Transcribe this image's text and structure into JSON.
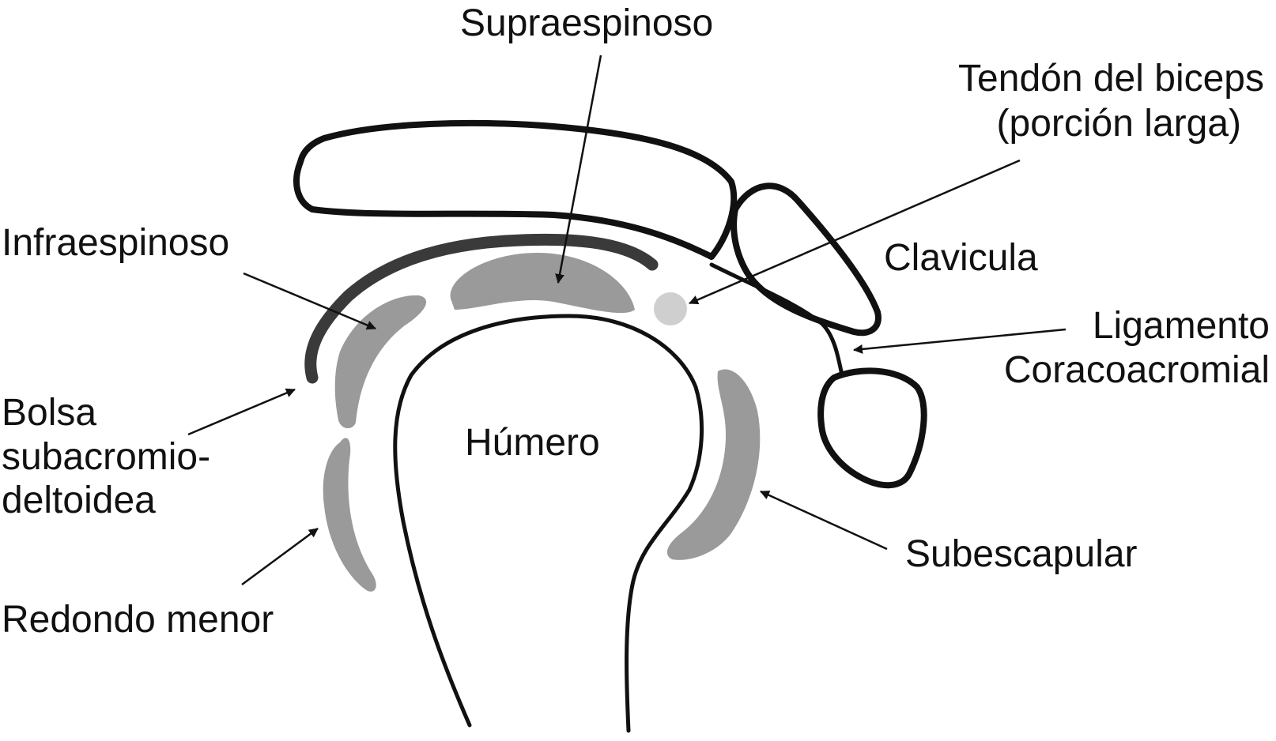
{
  "labels": {
    "supraespinoso": "Supraespinoso",
    "tendon_biceps_line1": "Tendón del biceps",
    "tendon_biceps_line2": "(porción larga)",
    "infraespinoso": "Infraespinoso",
    "clavicula": "Clavicula",
    "ligamento_line1": "Ligamento",
    "ligamento_line2": "Coracoacromial",
    "bolsa_line1": "Bolsa",
    "bolsa_line2": "subacromio-",
    "bolsa_line3": "deltoidea",
    "humero": "Húmero",
    "subescapular": "Subescapular",
    "redondo_menor": "Redondo menor"
  },
  "colors": {
    "outline": "#111111",
    "tendon_gray": "#9a9a9a",
    "biceps_tendon": "#cfcfcf",
    "bursa_line": "#3a3a3a",
    "background": "#ffffff"
  }
}
